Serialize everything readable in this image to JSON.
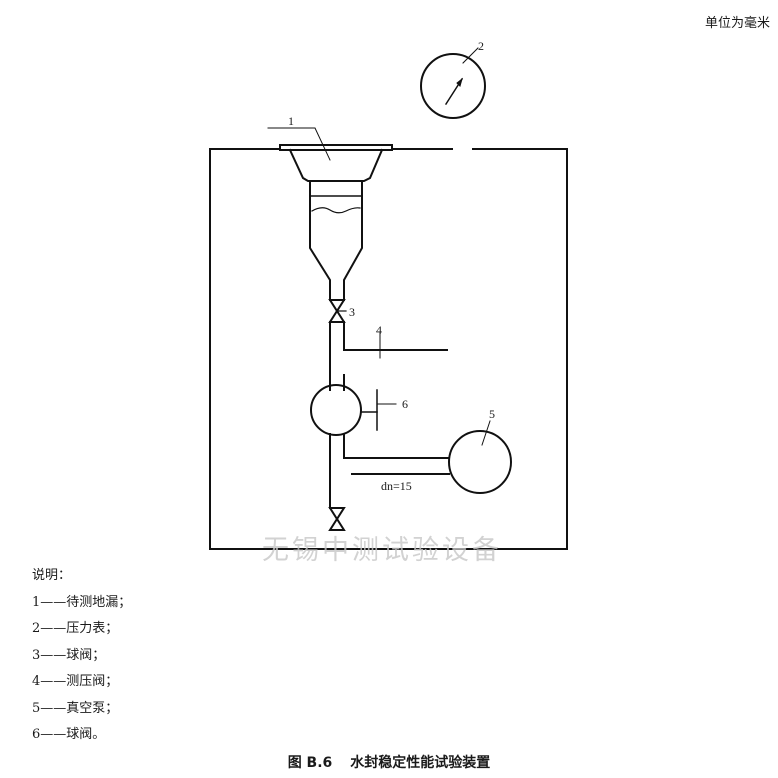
{
  "header": {
    "unit_note": "单位为毫米"
  },
  "diagram": {
    "callouts": [
      "1",
      "2",
      "3",
      "4",
      "5",
      "6"
    ],
    "dimension_label": "dn=15",
    "components": [
      {
        "id": "1",
        "name": "待测地漏",
        "icon": "floor-drain"
      },
      {
        "id": "2",
        "name": "压力表",
        "icon": "pressure-gauge"
      },
      {
        "id": "3",
        "name": "球阀",
        "icon": "ball-valve"
      },
      {
        "id": "4",
        "name": "测压阀",
        "icon": "pressure-pipe"
      },
      {
        "id": "5",
        "name": "真空泵",
        "icon": "vacuum-pump"
      },
      {
        "id": "6",
        "name": "球阀",
        "icon": "ball-valve"
      }
    ]
  },
  "watermark": "无锡中测试验设备",
  "legend": {
    "title": "说明：",
    "items": [
      "1——待测地漏；",
      "2——压力表；",
      "3——球阀；",
      "4——测压阀；",
      "5——真空泵；",
      "6——球阀。"
    ]
  },
  "caption": {
    "figure_no": "图 B.6",
    "title": "水封稳定性能试验装置"
  }
}
